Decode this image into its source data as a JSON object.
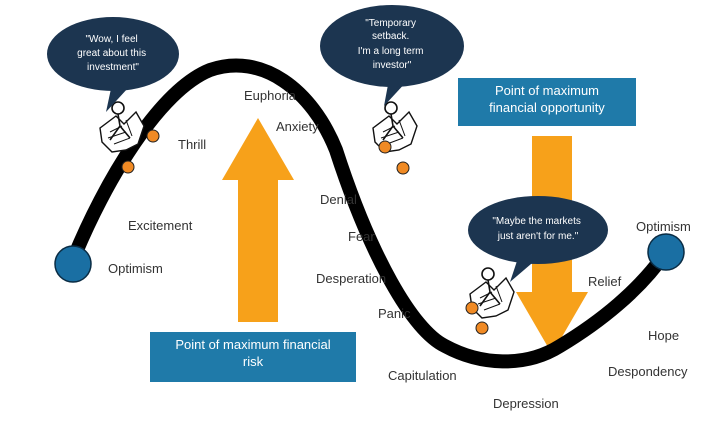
{
  "colors": {
    "curve": "#000000",
    "endpoint_fill": "#1a6fa3",
    "arrow": "#f7a11a",
    "box": "#1f7aa9",
    "bubble": "#1c3550",
    "dot": "#f08a24"
  },
  "stages": {
    "optimism_start": "Optimism",
    "excitement": "Excitement",
    "thrill": "Thrill",
    "euphoria": "Euphoria",
    "anxiety": "Anxiety",
    "denial": "Denial",
    "fear": "Fear",
    "desperation": "Desperation",
    "panic": "Panic",
    "capitulation": "Capitulation",
    "depression": "Depression",
    "despondency": "Despondency",
    "hope": "Hope",
    "relief": "Relief",
    "optimism_end": "Optimism"
  },
  "bubbles": {
    "euphoric": {
      "lines": [
        "\"Wow, I feel",
        "great about  this",
        "investment\""
      ]
    },
    "denial": {
      "lines": [
        "\"Temporary",
        "setback.",
        "I'm a long term",
        "investor\""
      ]
    },
    "depressed": {
      "lines": [
        "\"Maybe  the markets",
        "just aren't for me.\""
      ]
    }
  },
  "boxes": {
    "risk": {
      "line1": "Point of maximum financial",
      "line2": "risk"
    },
    "opportunity": {
      "line1": "Point of maximum",
      "line2": "financial opportunity"
    }
  },
  "icons": {
    "investor_figure": "person-reading-newspaper-icon"
  }
}
